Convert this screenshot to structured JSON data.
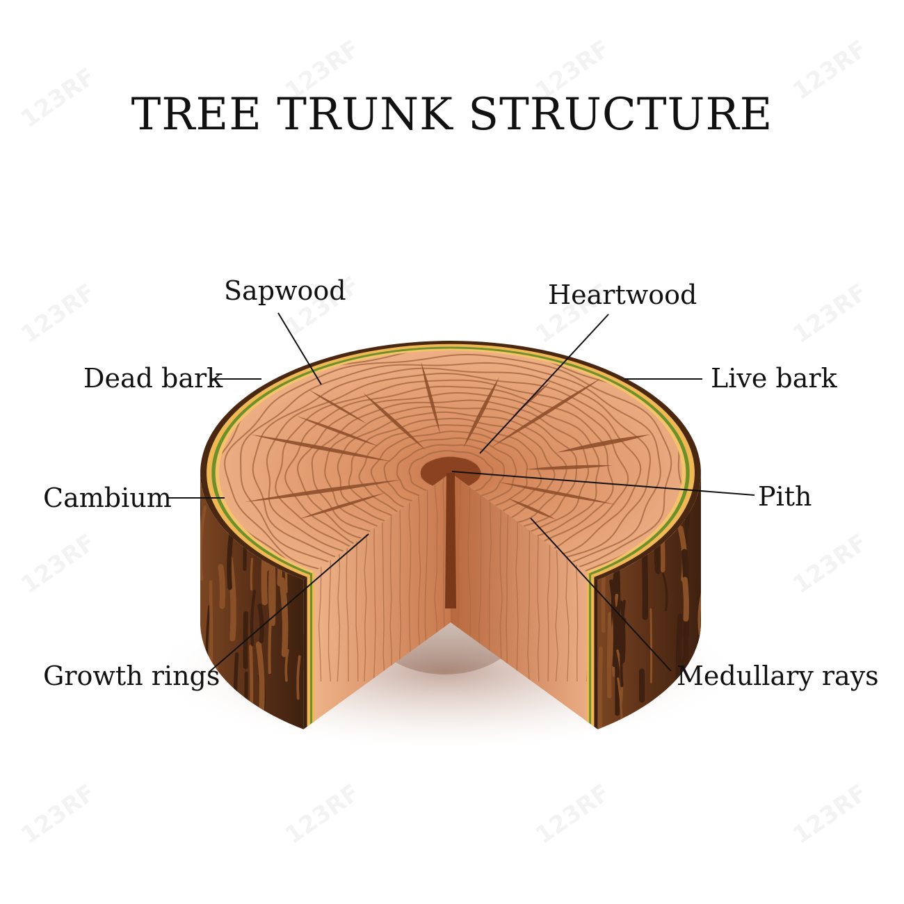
{
  "title": "TREE TRUNK STRUCTURE",
  "labels": {
    "sapwood": "Sapwood",
    "heartwood": "Heartwood",
    "dead_bark": "Dead bark",
    "live_bark": "Live bark",
    "cambium": "Cambium",
    "pith": "Pith",
    "growth_rings": "Growth rings",
    "medullary_rays": "Medullary rays"
  },
  "watermark": "123RF",
  "colors": {
    "bark_dark": "#3d200f",
    "bark_mid": "#6b3a1a",
    "bark_light": "#8a5028",
    "live_bark": "#f1b955",
    "cambium": "#6f8f2a",
    "sapwood": "#e9a57a",
    "heartwood": "#c9774a",
    "pith": "#8a4220",
    "ring_line": "#a86a43",
    "ray": "#8e4f2c"
  }
}
